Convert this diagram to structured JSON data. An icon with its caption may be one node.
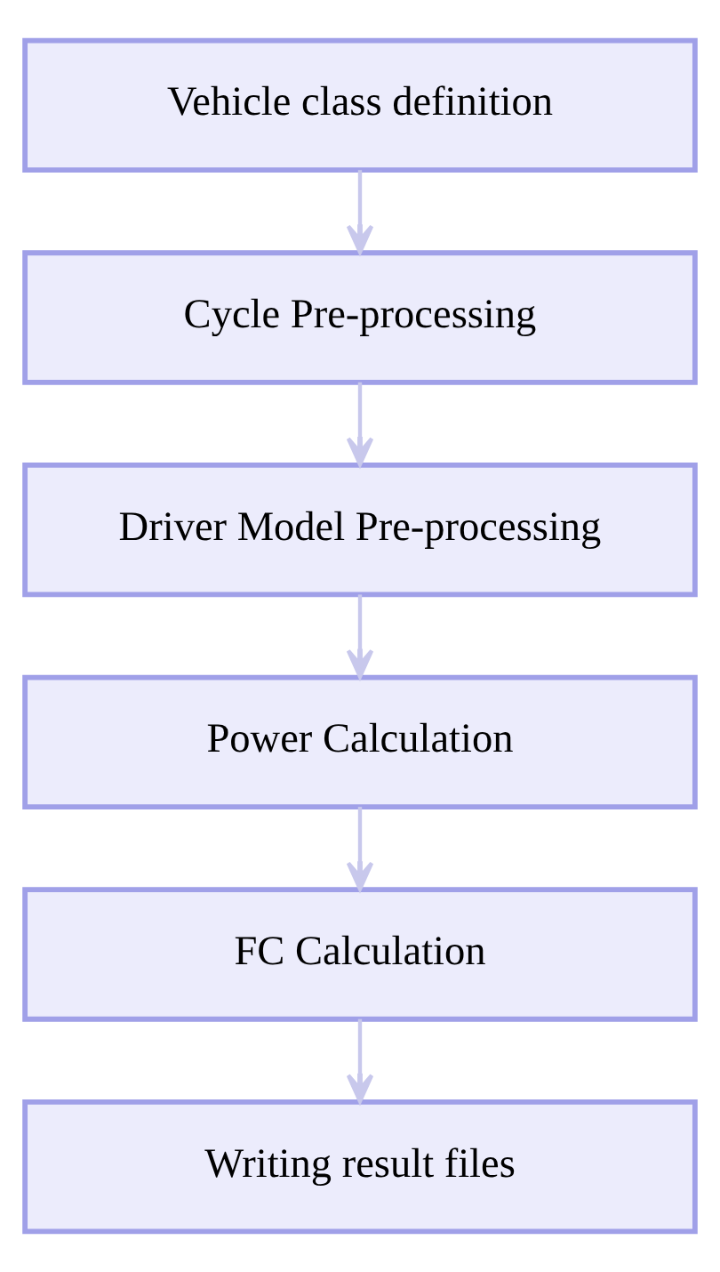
{
  "diagram": {
    "nodes": [
      {
        "text": [
          "Vehicle class definition"
        ]
      },
      {
        "text": [
          "Cycle Pre-processing"
        ]
      },
      {
        "text": [
          "Driver Model Pre-processing"
        ]
      },
      {
        "text": [
          "Power Calculation"
        ]
      },
      {
        "text": [
          "FC Calculation"
        ]
      },
      {
        "text": [
          "Writing result files"
        ]
      }
    ],
    "edges": [
      {
        "from": 0,
        "to": 1,
        "arrow": "to"
      },
      {
        "from": 1,
        "to": 2,
        "arrow": "to"
      },
      {
        "from": 2,
        "to": 3,
        "arrow": "to"
      },
      {
        "from": 3,
        "to": 4,
        "arrow": "to"
      },
      {
        "from": 4,
        "to": 5,
        "arrow": "to"
      }
    ]
  }
}
